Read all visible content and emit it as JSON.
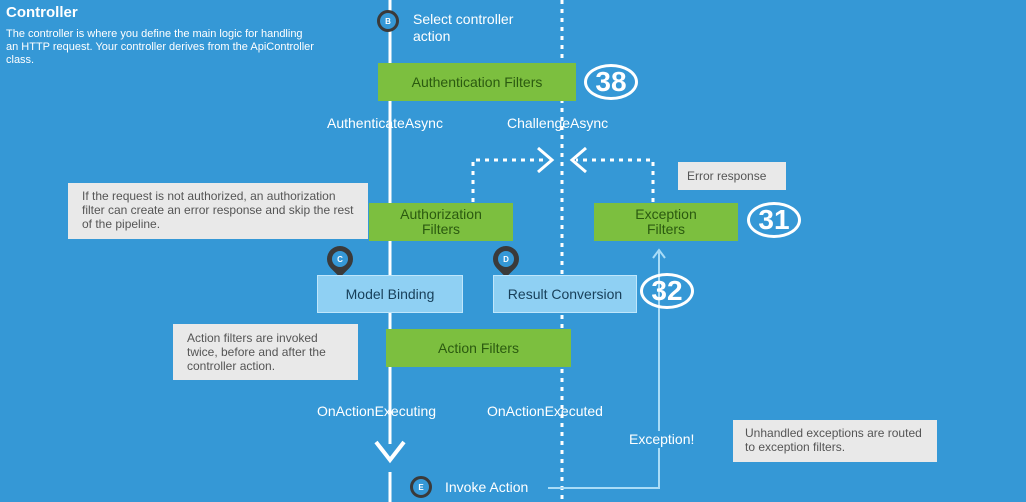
{
  "header": {
    "title": "Controller",
    "description": "The controller is where you define the main logic for handling an HTTP request. Your controller derives from the ApiController class."
  },
  "steps": {
    "select_action": {
      "marker": "B",
      "label_line1": "Select controller",
      "label_line2": "action"
    },
    "model_binding": {
      "marker": "C",
      "label": "Model Binding"
    },
    "result_conversion": {
      "marker": "D",
      "label": "Result Conversion"
    },
    "invoke_action": {
      "marker": "E",
      "label": "Invoke Action"
    }
  },
  "filters": {
    "authentication": "Authentication Filters",
    "authorization_line1": "Authorization",
    "authorization_line2": "Filters",
    "exception_line1": "Exception",
    "exception_line2": "Filters",
    "action": "Action Filters"
  },
  "labels": {
    "authenticate_async": "AuthenticateAsync",
    "challenge_async": "ChallengeAsync",
    "on_action_executing": "OnActionExecuting",
    "on_action_executed": "OnActionExecuted",
    "exception": "Exception!"
  },
  "notes": {
    "error_response": "Error response",
    "authorization": "If the request is not authorized, an authorization filter can create an error response and skip the rest of the pipeline.",
    "action_filters": "Action filters are invoked twice, before and after the controller action.",
    "unhandled": "Unhandled exceptions are routed to exception filters."
  },
  "badges": {
    "authentication": "38",
    "exception": "31",
    "result": "32"
  },
  "colors": {
    "background": "#3598d6",
    "filter": "#7cbf3f",
    "step": "#8fd0f3",
    "note": "#e9e9e9"
  }
}
